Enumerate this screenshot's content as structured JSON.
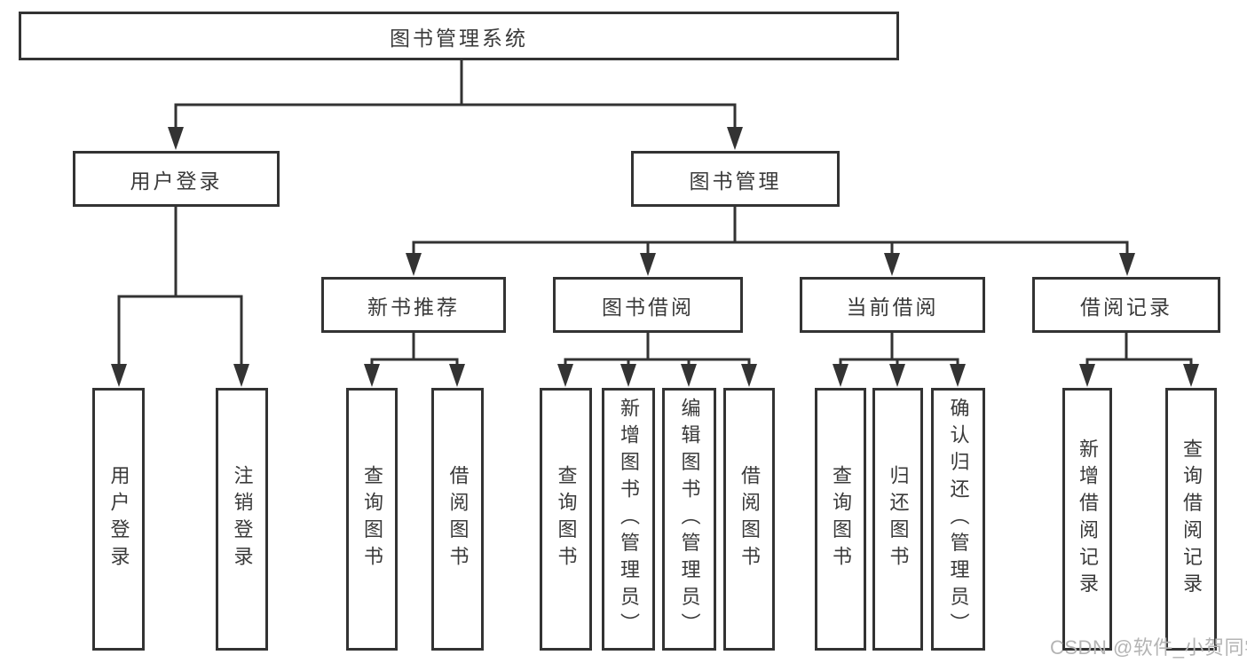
{
  "diagram": {
    "root": {
      "label": "图书管理系统"
    },
    "level2": [
      {
        "label": "用户登录"
      },
      {
        "label": "图书管理"
      }
    ],
    "level3": [
      {
        "label": "新书推荐"
      },
      {
        "label": "图书借阅"
      },
      {
        "label": "当前借阅"
      },
      {
        "label": "借阅记录"
      }
    ],
    "leaves": {
      "user_login": [
        {
          "label": "用户登录"
        },
        {
          "label": "注销登录"
        }
      ],
      "new_book": [
        {
          "label": "查询图书"
        },
        {
          "label": "借阅图书"
        }
      ],
      "book_borrow": [
        {
          "label": "查询图书"
        },
        {
          "label": "新增图书（管理员）"
        },
        {
          "label": "编辑图书（管理员）"
        },
        {
          "label": "借阅图书"
        }
      ],
      "current_borrow": [
        {
          "label": "查询图书"
        },
        {
          "label": "归还图书"
        },
        {
          "label": "确认归还（管理员）"
        }
      ],
      "borrow_records": [
        {
          "label": "新增借阅记录"
        },
        {
          "label": "查询借阅记录"
        }
      ]
    }
  },
  "watermark": {
    "text": "CSDN @软件_小贺同学"
  },
  "colors": {
    "line": "#333333",
    "text": "#3a3a3a",
    "watermark": "#b4b4b4",
    "background": "#ffffff"
  }
}
